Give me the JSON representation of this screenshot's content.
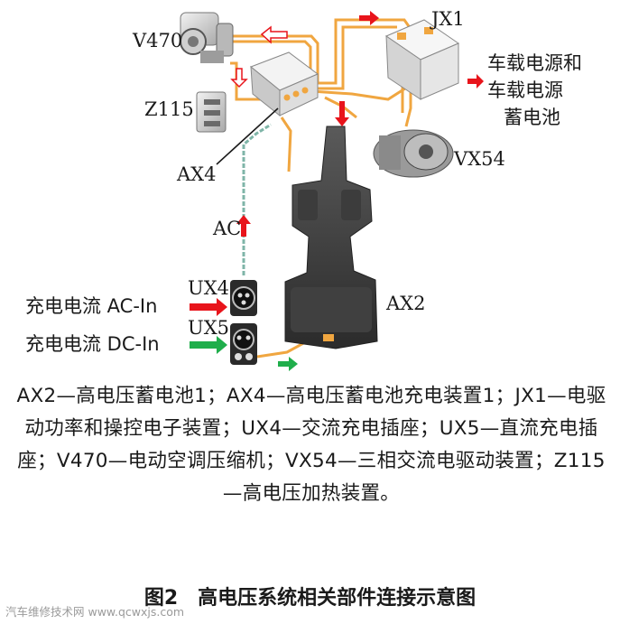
{
  "labels": {
    "v470": "V470",
    "z115": "Z115",
    "ax4": "AX4",
    "jx1": "JX1",
    "vx54": "VX54",
    "ac": "AC",
    "ux4": "UX4",
    "ux5": "UX5",
    "ax2": "AX2",
    "onboard_line1": "车载电源和",
    "onboard_line2": "车载电源",
    "onboard_line3": "蓄电池",
    "charge_ac": "充电电流 AC-In",
    "charge_dc": "充电电流 DC-In"
  },
  "legend": "AX2—高电压蓄电池1；AX4—高电压蓄电池充电装置1；JX1—电驱动功率和操控电子装置；UX4—交流充电插座；UX5—直流充电插座；V470—电动空调压缩机；VX54—三相交流电驱动装置；Z115—高电压加热装置。",
  "caption": "图2　高电压系统相关部件连接示意图",
  "watermark": "汽车维修技术网 www.qcwxjs.com",
  "colors": {
    "cable": "#f0a640",
    "arrow_red": "#e8141b",
    "arrow_green": "#1fae4b",
    "ac_line": "#7fb5a8"
  }
}
